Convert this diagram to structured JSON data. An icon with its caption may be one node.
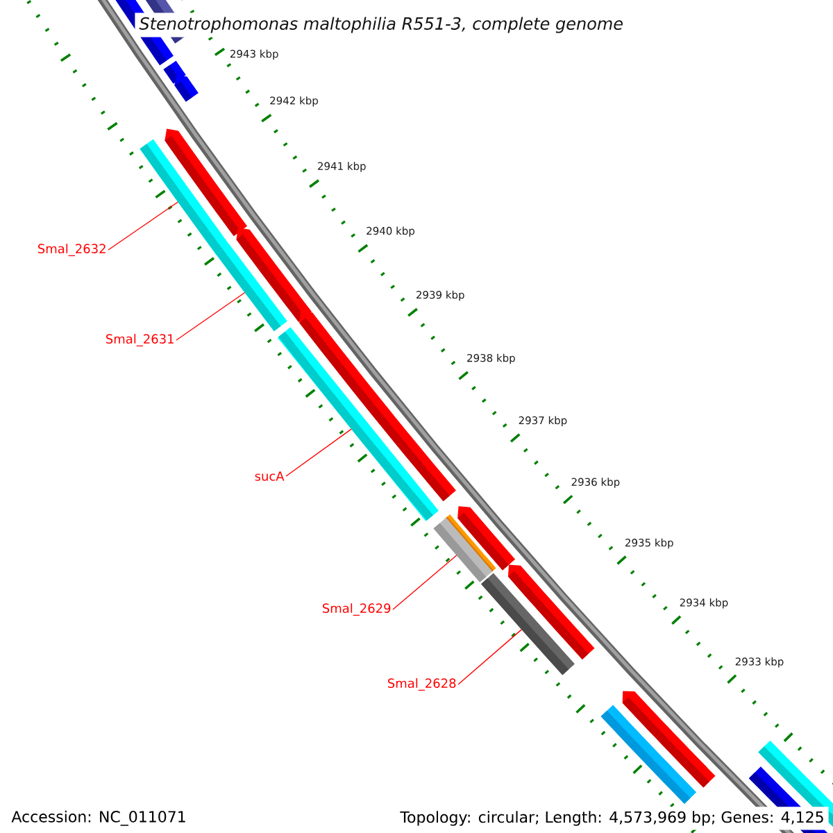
{
  "diagram": {
    "title": "Stenotrophomonas maltophilia R551-3, complete genome",
    "nodes": [
      {
        "text": [
          "Smal_2632"
        ]
      },
      {
        "text": [
          "Smal_2631"
        ]
      },
      {
        "text": [
          "sucA"
        ]
      },
      {
        "text": [
          "Smal_2629"
        ]
      },
      {
        "text": [
          "Smal_2628"
        ]
      },
      {
        "text": [],
        "shape": "bar"
      },
      {
        "text": [],
        "shape": "bar"
      },
      {
        "text": [],
        "shape": "bar"
      },
      {
        "text": [],
        "shape": "bar"
      },
      {
        "text": [],
        "shape": "bar"
      }
    ],
    "edges": [
      {
        "from": 0,
        "to": 5,
        "arrow": "none"
      },
      {
        "from": 1,
        "to": 6,
        "arrow": "none"
      },
      {
        "from": 2,
        "to": 7,
        "arrow": "none"
      },
      {
        "from": 3,
        "to": 8,
        "arrow": "none"
      },
      {
        "from": 4,
        "to": 9,
        "arrow": "none"
      }
    ],
    "labels": [
      "2943 kbp",
      "2942 kbp",
      "2941 kbp",
      "2940 kbp",
      "2939 kbp",
      "2938 kbp",
      "2937 kbp",
      "2936 kbp",
      "2935 kbp",
      "2934 kbp",
      "2933 kbp",
      "Accession: NC_011071",
      "Topology: circular; Length: 4,573,969 bp; Genes: 4,125"
    ]
  }
}
